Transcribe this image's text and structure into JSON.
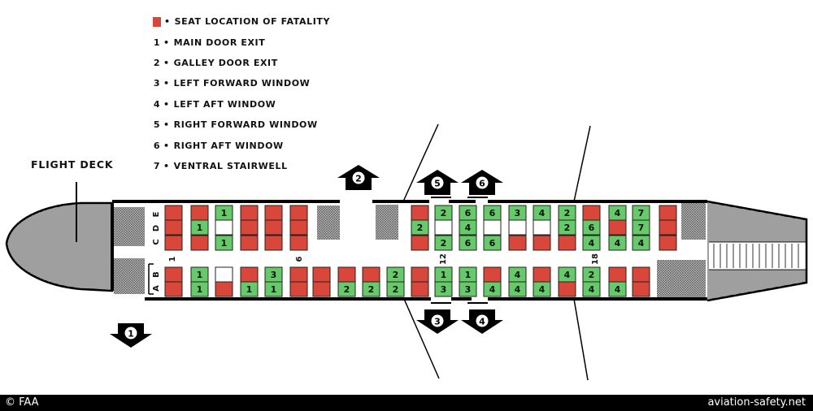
{
  "legend": {
    "fatality_label": "SEAT LOCATION OF FATALITY",
    "fatality_color": "#d9463a",
    "survivor_color": "#66c96a",
    "empty_color": "#ffffff",
    "items": [
      {
        "key": "1",
        "label": "MAIN DOOR EXIT"
      },
      {
        "key": "2",
        "label": "GALLEY DOOR EXIT"
      },
      {
        "key": "3",
        "label": "LEFT FORWARD WINDOW"
      },
      {
        "key": "4",
        "label": "LEFT AFT WINDOW"
      },
      {
        "key": "5",
        "label": "RIGHT FORWARD WINDOW"
      },
      {
        "key": "6",
        "label": "RIGHT AFT WINDOW"
      },
      {
        "key": "7",
        "label": "VENTRAL STAIRWELL"
      }
    ]
  },
  "flight_deck_label": "FLIGHT DECK",
  "seat_letters": [
    "E",
    "D",
    "C",
    "B",
    "A"
  ],
  "row_numbers": [
    "1",
    "6",
    "12",
    "18"
  ],
  "exit_markers": [
    "2",
    "5",
    "6",
    "1",
    "3",
    "4"
  ],
  "seat_columns": [
    {
      "e": "F",
      "d": "F",
      "c": "F",
      "b": "F",
      "a": "F"
    },
    {
      "e": "F",
      "d": "S1",
      "c": "F",
      "b": "S1",
      "a": "S1"
    },
    {
      "e": "S1",
      "d": "O",
      "c": "S1",
      "b": "O",
      "a": "F"
    },
    {
      "e": "F",
      "d": "F",
      "c": "F",
      "b": "F",
      "a": "S1"
    },
    {
      "e": "F",
      "d": "F",
      "c": "F",
      "b": "S3",
      "a": "S1"
    },
    {
      "e": "F",
      "d": "F",
      "c": "F",
      "b": "F",
      "a": "F"
    },
    {
      "b": "F",
      "a": "F"
    },
    {
      "b": "F",
      "a": "S2"
    },
    {
      "b": "F",
      "a": "S2"
    },
    {
      "b": "S2",
      "a": "S2"
    },
    {
      "e": "F",
      "d": "S2",
      "c": "F",
      "b": "F",
      "a": "F"
    },
    {
      "e": "S2",
      "d": "O",
      "c": "S2",
      "b": "S1",
      "a": "S3"
    },
    {
      "e": "S6",
      "d": "S4",
      "c": "S6",
      "b": "S1",
      "a": "S3"
    },
    {
      "e": "S6",
      "d": "O",
      "c": "S6",
      "b": "F",
      "a": "S4"
    },
    {
      "e": "S3",
      "d": "O",
      "c": "F",
      "b": "S4",
      "a": "S4"
    },
    {
      "e": "S4",
      "d": "O",
      "c": "F",
      "b": "F",
      "a": "S4"
    },
    {
      "e": "S2",
      "d": "S2",
      "c": "F",
      "b": "S4",
      "a": "F"
    },
    {
      "e": "F",
      "d": "S6",
      "c": "S4",
      "b": "S2",
      "a": "S4"
    },
    {
      "e": "S4",
      "d": "F",
      "c": "S4",
      "b": "F",
      "a": "S4"
    },
    {
      "e": "S7",
      "d": "S7",
      "c": "S4",
      "b": "F",
      "a": "F"
    },
    {
      "e": "F",
      "d": "F",
      "c": "F"
    }
  ],
  "footer": {
    "credit": "© FAA",
    "source": "aviation-safety.net"
  }
}
